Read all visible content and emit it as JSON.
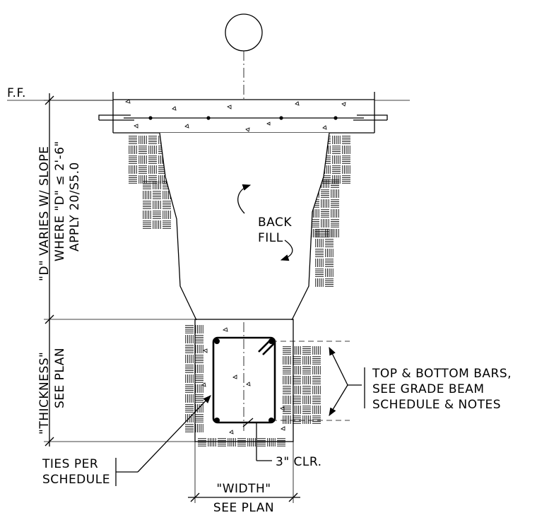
{
  "labels": {
    "ff": "F.F.",
    "back": "BACK",
    "fill": "FILL",
    "d_varies": "\"D\" VARIES W/ SLOPE",
    "where_d": "WHERE \"D\" ≤ 2'-6\"",
    "apply": "APPLY 20/S5.0",
    "thickness": "\"THICKNESS\"",
    "see_plan_vertical": "SEE PLAN",
    "top_bottom_1": "TOP & BOTTOM BARS,",
    "top_bottom_2": "SEE GRADE BEAM",
    "top_bottom_3": "SCHEDULE & NOTES",
    "ties_1": "TIES PER",
    "ties_2": "SCHEDULE",
    "clr": "3\"  CLR.",
    "width": "\"WIDTH\"",
    "see_plan": "SEE PLAN"
  }
}
